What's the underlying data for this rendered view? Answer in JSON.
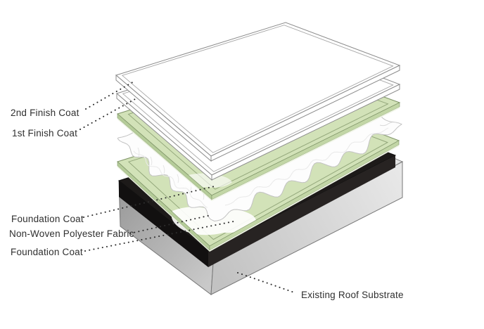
{
  "diagram": {
    "type": "exploded-layer-diagram",
    "labels": {
      "finish_coat_2": "2nd Finish Coat",
      "finish_coat_1": "1st Finish Coat",
      "foundation_coat_top": "Foundation Coat",
      "fabric": "Non-Woven Polyester Fabric",
      "foundation_coat_bottom": "Foundation Coat",
      "substrate": "Existing Roof Substrate"
    },
    "layers": [
      {
        "name": "2nd Finish Coat",
        "color": "#ffffff"
      },
      {
        "name": "1st Finish Coat",
        "color": "#ffffff"
      },
      {
        "name": "Foundation Coat",
        "color": "#d2e2b8"
      },
      {
        "name": "Non-Woven Polyester Fabric",
        "color": "#fdfdfd"
      },
      {
        "name": "Foundation Coat",
        "color": "#d2e2b8"
      },
      {
        "name": "Black Base Layer",
        "color": "#1d1a19"
      },
      {
        "name": "Existing Roof Substrate",
        "color": "#c9c9c9"
      }
    ],
    "colors": {
      "green_top": "#d2e2b8",
      "green_side": "#b5cc99",
      "black_layer": "#1d1a19",
      "substrate_gray": "#c9c9c9",
      "outline": "#8c8c8c",
      "leader_dots": "#2e2e2e",
      "text": "#2f2f2f"
    }
  }
}
